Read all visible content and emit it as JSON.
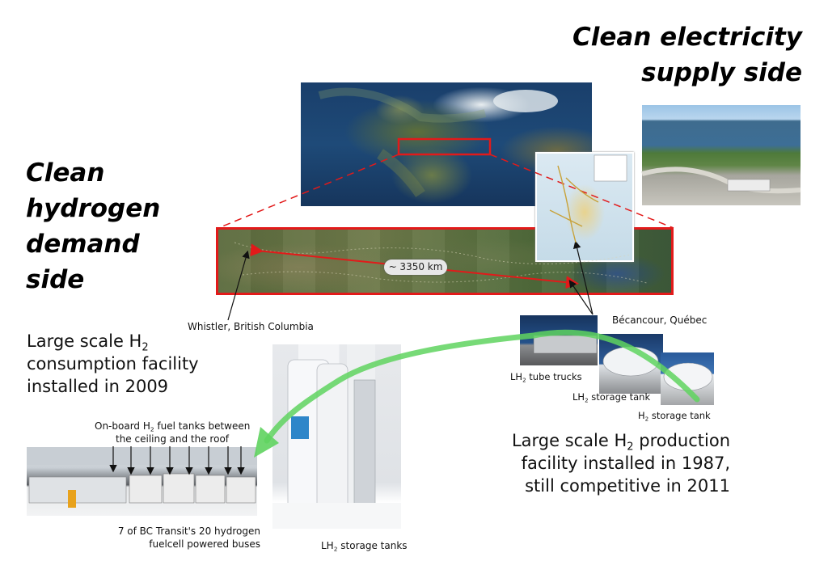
{
  "titles": {
    "demand_lines": [
      "Clean",
      "hydrogen",
      "demand",
      "side"
    ],
    "supply_lines": [
      "Clean electricity",
      "supply side"
    ]
  },
  "labels": {
    "distance": "~ 3350 km",
    "whistler": "Whistler, British Columbia",
    "becancour": "Bécancour, Québec",
    "consumption": {
      "line1_pre": "Large scale H",
      "line1_sub": "2",
      "line2": "consumption facility",
      "line3": "installed in 2009"
    },
    "production": {
      "line1_pre": "Large scale H",
      "line1_sub": "2",
      "line1_post": " production",
      "line2": "facility  installed in 1987,",
      "line3": "still competitive in 2011"
    },
    "onboard": {
      "line1_pre": "On-board H",
      "line1_sub": "2",
      "line1_post": " fuel tanks between",
      "line2": "the ceiling and the roof"
    },
    "buses": {
      "line1": "7 of BC Transit's 20 hydrogen",
      "line2": "fuelcell powered buses"
    },
    "tube_trucks": {
      "pre": "LH",
      "sub": "2",
      "post": " tube trucks"
    },
    "storage_tank_1": {
      "pre": "LH",
      "sub": "2",
      "post": " storage tank"
    },
    "storage_tank_2": {
      "pre": "H",
      "sub": "2",
      "post": " storage tank"
    },
    "storage_tanks": {
      "pre": "LH",
      "sub": "2",
      "post": " storage tanks"
    }
  },
  "colors": {
    "highlight_red": "#e21a1a",
    "flow_green": "#5fd35f"
  }
}
